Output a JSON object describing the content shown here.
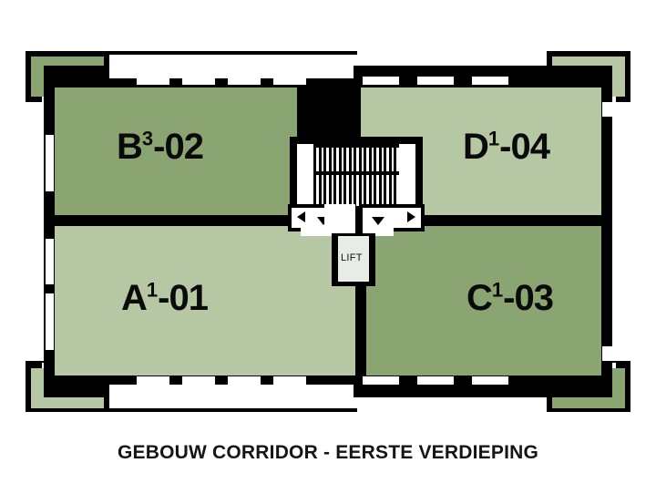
{
  "caption": "GEBOUW CORRIDOR - EERSTE VERDIEPING",
  "colors": {
    "unit_dark_green": "#8ba572",
    "unit_light_green": "#b5c7a3",
    "wall_black": "#000000",
    "corridor_white": "#ffffff",
    "lift_grey": "#e8ece6",
    "page_background": "#ffffff"
  },
  "plan": {
    "title": "GEBOUW CORRIDOR - EERSTE VERDIEPING",
    "floor": "EERSTE VERDIEPING",
    "building": "GEBOUW CORRIDOR",
    "units": [
      {
        "id": "B3-02",
        "letter": "B",
        "superscript": "3",
        "number": "02",
        "label": "B",
        "quadrant": "top-left",
        "fill": "#8ba572"
      },
      {
        "id": "D1-04",
        "letter": "D",
        "superscript": "1",
        "number": "04",
        "label": "D",
        "quadrant": "top-right",
        "fill": "#b5c7a3"
      },
      {
        "id": "A1-01",
        "letter": "A",
        "superscript": "1",
        "number": "01",
        "label": "A",
        "quadrant": "bottom-left",
        "fill": "#b5c7a3"
      },
      {
        "id": "C1-03",
        "letter": "C",
        "superscript": "1",
        "number": "03",
        "label": "C",
        "quadrant": "bottom-right",
        "fill": "#8ba572"
      }
    ],
    "core": {
      "lift_label": "LIFT",
      "stair_label": "",
      "stair_tread_count": 17
    },
    "corner_balconies": [
      {
        "position": "top-left",
        "fill": "#8ba572"
      },
      {
        "position": "top-right",
        "fill": "#b5c7a3"
      },
      {
        "position": "bottom-left",
        "fill": "#b5c7a3"
      },
      {
        "position": "bottom-right",
        "fill": "#8ba572"
      }
    ]
  }
}
